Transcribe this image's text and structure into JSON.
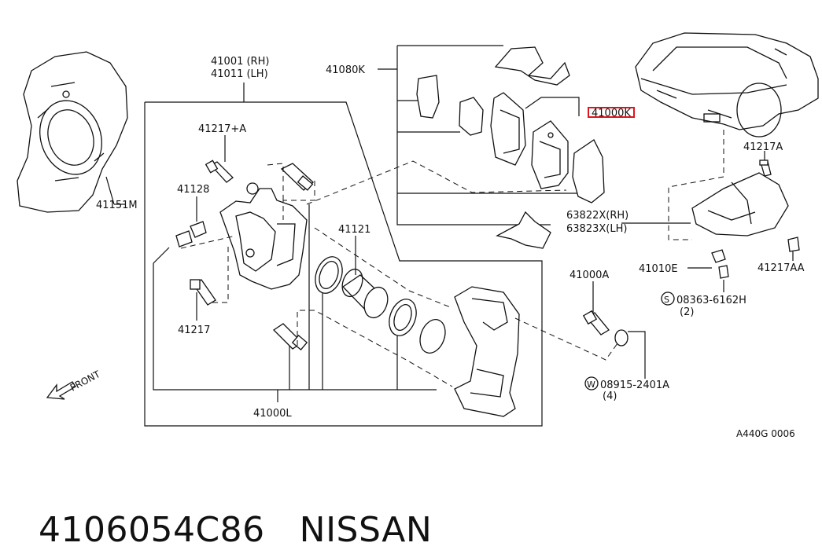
{
  "diagram": {
    "labels": {
      "l41001": "41001 (RH)",
      "l41011": "41011 (LH)",
      "l41080K": "41080K",
      "l41000K": "41000K",
      "l41217A_left": "41217+A",
      "l41128": "41128",
      "l41121": "41121",
      "l41151M": "41151M",
      "l41217": "41217",
      "l41000L": "41000L",
      "l63822X": "63822X(RH)",
      "l63823X": "63823X(LH)",
      "l41217A_right": "41217A",
      "l41010E": "41010E",
      "l41217AA": "41217AA",
      "l08363": "08363-6162H",
      "l08363_qty": "(2)",
      "l08363_sym": "S",
      "l41000A": "41000A",
      "l08915": "08915-2401A",
      "l08915_qty": "(4)",
      "l08915_sym": "W",
      "front": "FRONT",
      "ref": "A440G 0006"
    },
    "highlight_color": "#e0141e"
  },
  "footer": {
    "part_number": "4106054C86",
    "brand": "NISSAN"
  }
}
